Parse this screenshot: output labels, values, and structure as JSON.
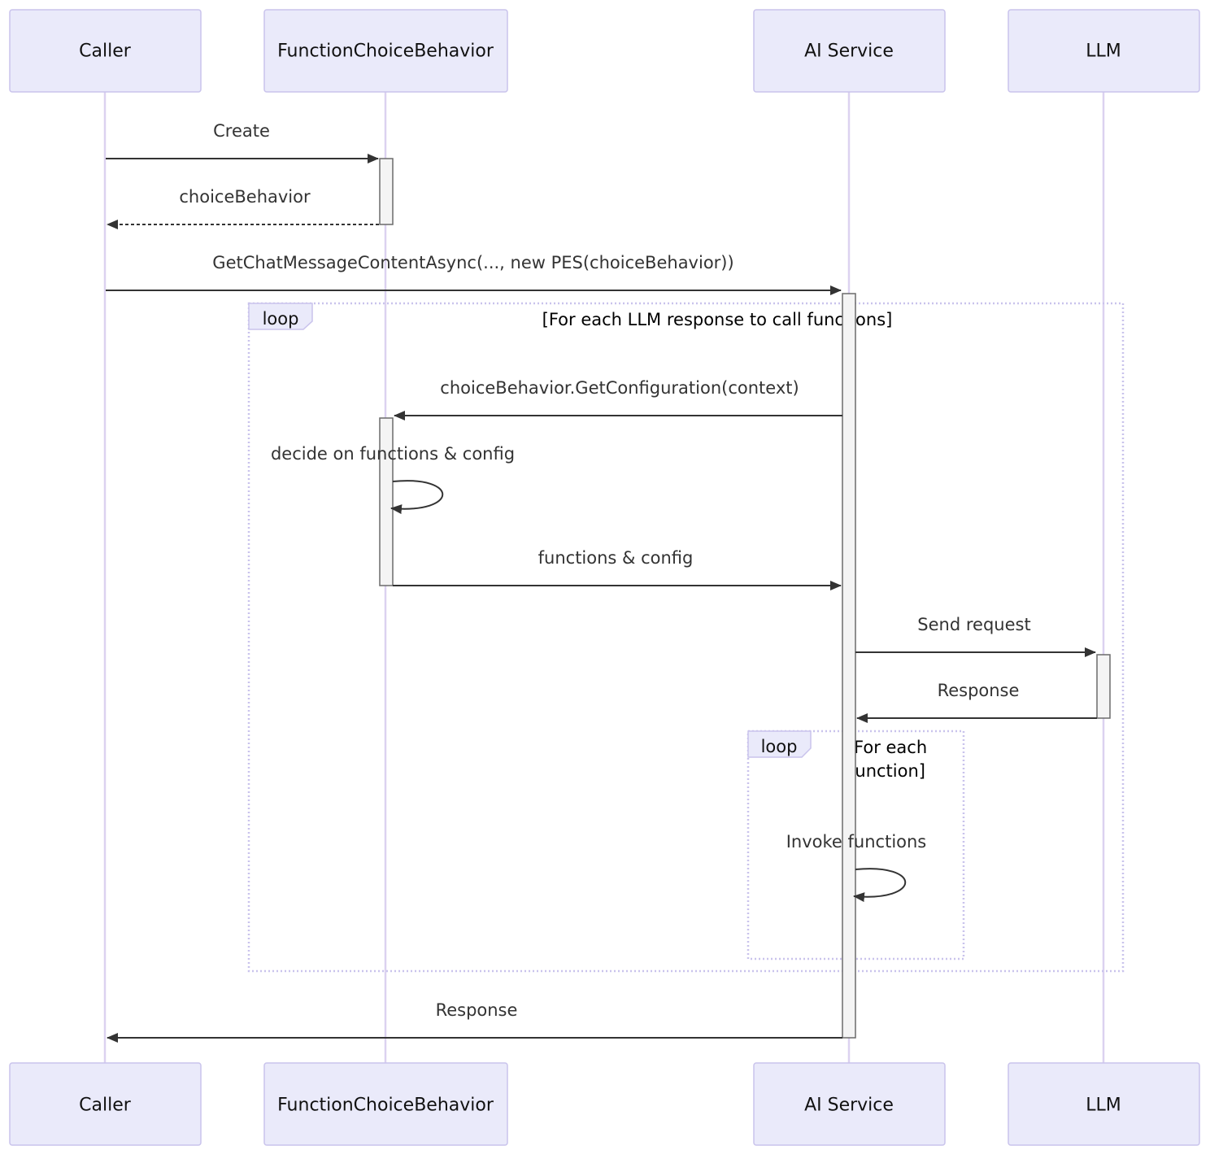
{
  "participants": [
    "Caller",
    "FunctionChoiceBehavior",
    "AI Service",
    "LLM"
  ],
  "messages": {
    "create": "Create",
    "choice_behavior": "choiceBehavior",
    "get_chat": "GetChatMessageContentAsync(..., new PES(choiceBehavior))",
    "get_config": "choiceBehavior.GetConfiguration(context)",
    "decide": "decide on functions & config",
    "functions_config": "functions & config",
    "send_request": "Send request",
    "llm_response": "Response",
    "invoke": "Invoke functions",
    "final_response": "Response"
  },
  "loops": {
    "outer": {
      "label": "loop",
      "condition": "[For each LLM response to call functions]"
    },
    "inner": {
      "label": "loop",
      "condition_line1": "[For each",
      "condition_line2": "function]"
    }
  },
  "colors": {
    "actor_fill": "#eaeafa",
    "actor_border": "#c9c3ec",
    "lifeline": "#dcd2f0",
    "arrow": "#333333"
  }
}
